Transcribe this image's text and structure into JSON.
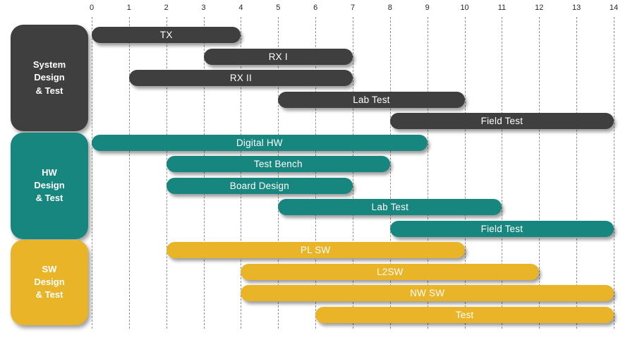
{
  "chart_data": {
    "type": "bar",
    "subtype": "gantt",
    "title": "",
    "xlabel": "",
    "ylabel": "",
    "xlim": [
      0,
      14
    ],
    "ticks": [
      0,
      1,
      2,
      3,
      4,
      5,
      6,
      7,
      8,
      9,
      10,
      11,
      12,
      13,
      14
    ],
    "grid": "vertical-dashed",
    "legend": "none",
    "groups": [
      {
        "label": "System Design & Test",
        "label_lines": [
          "System",
          "Design",
          "& Test"
        ],
        "color": "#3f3f3f",
        "tasks": [
          {
            "name": "TX",
            "start": 0,
            "end": 4
          },
          {
            "name": "RX I",
            "start": 3,
            "end": 7
          },
          {
            "name": "RX II",
            "start": 1,
            "end": 7
          },
          {
            "name": "Lab Test",
            "start": 5,
            "end": 10
          },
          {
            "name": "Field Test",
            "start": 8,
            "end": 14
          }
        ]
      },
      {
        "label": "HW Design & Test",
        "label_lines": [
          "HW",
          "Design",
          "& Test"
        ],
        "color": "#17867e",
        "tasks": [
          {
            "name": "Digital HW",
            "start": 0,
            "end": 9
          },
          {
            "name": "Test Bench",
            "start": 2,
            "end": 8
          },
          {
            "name": "Board Design",
            "start": 2,
            "end": 7
          },
          {
            "name": "Lab Test",
            "start": 5,
            "end": 11
          },
          {
            "name": "Field Test",
            "start": 8,
            "end": 14
          }
        ]
      },
      {
        "label": "SW Design & Test",
        "label_lines": [
          "SW",
          "Design",
          "& Test"
        ],
        "color": "#eab429",
        "tasks": [
          {
            "name": "PL SW",
            "start": 2,
            "end": 10
          },
          {
            "name": "L2SW",
            "start": 4,
            "end": 12
          },
          {
            "name": "NW SW",
            "start": 4,
            "end": 14
          },
          {
            "name": "Test",
            "start": 6,
            "end": 14
          }
        ]
      }
    ]
  }
}
